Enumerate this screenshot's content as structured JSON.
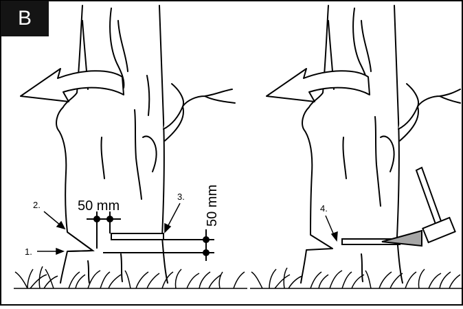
{
  "panel": {
    "label": "B"
  },
  "left_figure": {
    "markers": [
      "1.",
      "2.",
      "3."
    ],
    "dimensions": {
      "horizontal": "50 mm",
      "vertical": "50 mm"
    }
  },
  "right_figure": {
    "markers": [
      "4."
    ],
    "tools": [
      "wedge-icon",
      "sledgehammer-icon"
    ]
  },
  "colors": {
    "line": "#000000",
    "background": "#ffffff",
    "badge": "#141414",
    "wedge": "#a6a6a6"
  }
}
